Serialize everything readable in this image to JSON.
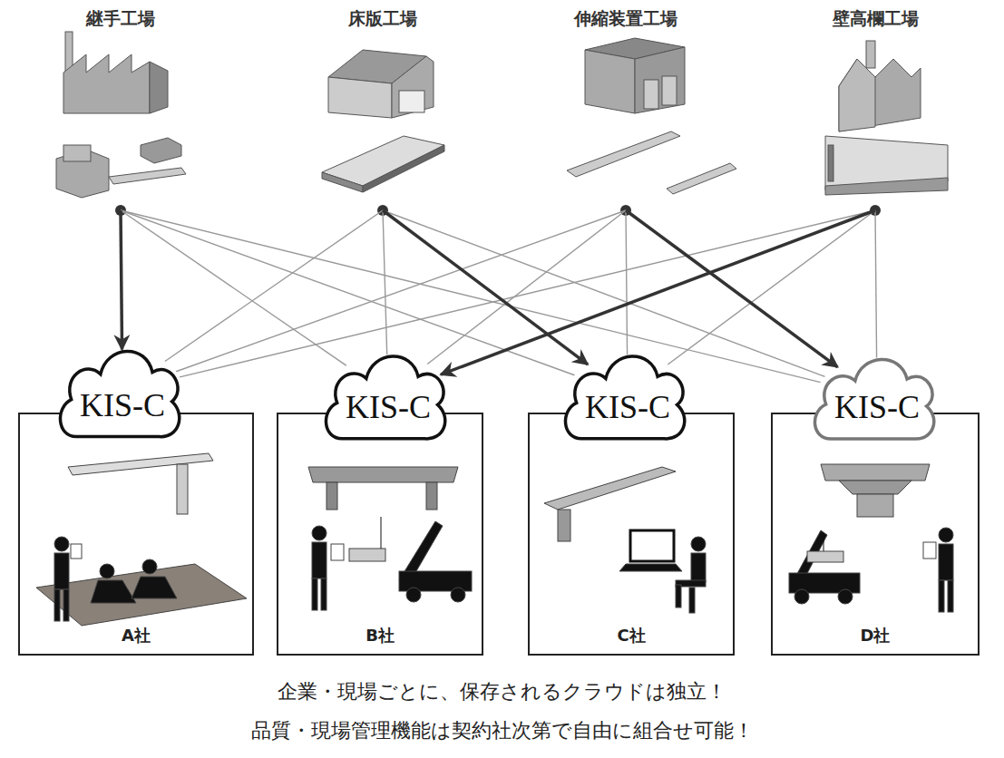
{
  "diagram": {
    "nodes": [
      {
        "text": [
          "継手工場"
        ]
      },
      {
        "text": [
          "床版工場"
        ]
      },
      {
        "text": [
          "伸縮装置工場"
        ]
      },
      {
        "text": [
          "壁高欄工場"
        ]
      },
      {
        "text": [
          "A社"
        ]
      },
      {
        "text": [
          "KIS-C"
        ],
        "in": 4
      },
      {
        "text": [
          "B社"
        ]
      },
      {
        "text": [
          "KIS-C"
        ],
        "in": 6
      },
      {
        "text": [
          "C社"
        ]
      },
      {
        "text": [
          "KIS-C"
        ],
        "in": 8
      },
      {
        "text": [
          "D社"
        ]
      },
      {
        "text": [
          "KIS-C"
        ],
        "in": 10
      }
    ],
    "edges": [
      {
        "from": 0,
        "to": 7,
        "arrow": "none"
      },
      {
        "from": 0,
        "to": 9,
        "arrow": "none"
      },
      {
        "from": 0,
        "to": 11,
        "arrow": "none"
      },
      {
        "from": 1,
        "to": 5,
        "arrow": "none"
      },
      {
        "from": 1,
        "to": 7,
        "arrow": "none"
      },
      {
        "from": 1,
        "to": 11,
        "arrow": "none"
      },
      {
        "from": 2,
        "to": 5,
        "arrow": "none"
      },
      {
        "from": 2,
        "to": 7,
        "arrow": "none"
      },
      {
        "from": 2,
        "to": 9,
        "arrow": "none"
      },
      {
        "from": 3,
        "to": 5,
        "arrow": "none"
      },
      {
        "from": 3,
        "to": 9,
        "arrow": "none"
      },
      {
        "from": 3,
        "to": 11,
        "arrow": "none"
      },
      {
        "from": 0,
        "to": 5,
        "arrow": "to"
      },
      {
        "from": 1,
        "to": 9,
        "arrow": "to"
      },
      {
        "from": 2,
        "to": 11,
        "arrow": "to"
      },
      {
        "from": 3,
        "to": 7,
        "arrow": "to"
      }
    ],
    "labels": [
      "企業・現場ごとに、保存されるクラウドは独立！",
      "品質・現場管理機能は契約社次第で自由に組合せ可能！"
    ]
  }
}
